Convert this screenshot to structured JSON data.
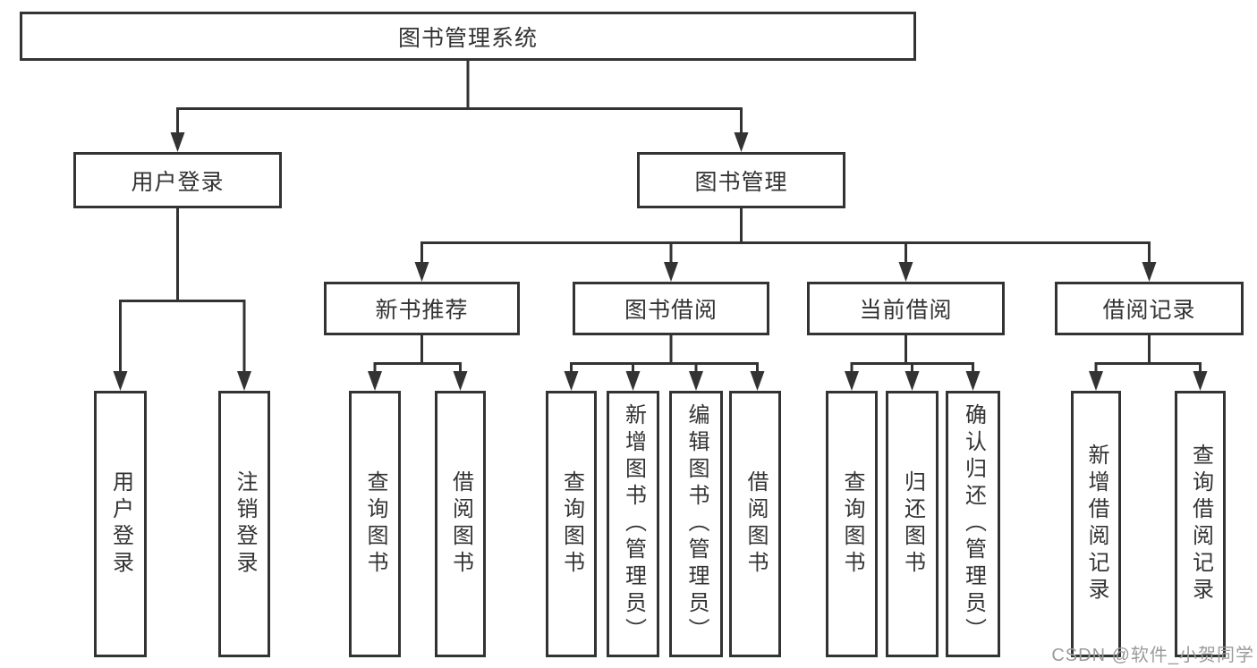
{
  "colors": {
    "line": "#333333",
    "box_border": "#333333",
    "box_background": "#ffffff",
    "text": "#333333",
    "watermark": "#9b9b9b",
    "page_background": "#ffffff"
  },
  "watermark": {
    "text": "CSDN @软件_小贺同学"
  },
  "tree": {
    "root": {
      "label": "图书管理系统"
    },
    "login": {
      "label": "用户登录",
      "children": [
        {
          "label": "用户登录"
        },
        {
          "label": "注销登录"
        }
      ]
    },
    "management": {
      "label": "图书管理",
      "sections": [
        {
          "label": "新书推荐",
          "children": [
            {
              "label": "查询图书"
            },
            {
              "label": "借阅图书"
            }
          ]
        },
        {
          "label": "图书借阅",
          "children": [
            {
              "label": "查询图书"
            },
            {
              "label": "新增图书（管理员）"
            },
            {
              "label": "编辑图书（管理员）"
            },
            {
              "label": "借阅图书"
            }
          ]
        },
        {
          "label": "当前借阅",
          "children": [
            {
              "label": "查询图书"
            },
            {
              "label": "归还图书"
            },
            {
              "label": "确认归还（管理员）"
            }
          ]
        },
        {
          "label": "借阅记录",
          "children": [
            {
              "label": "新增借阅记录"
            },
            {
              "label": "查询借阅记录"
            }
          ]
        }
      ]
    }
  }
}
